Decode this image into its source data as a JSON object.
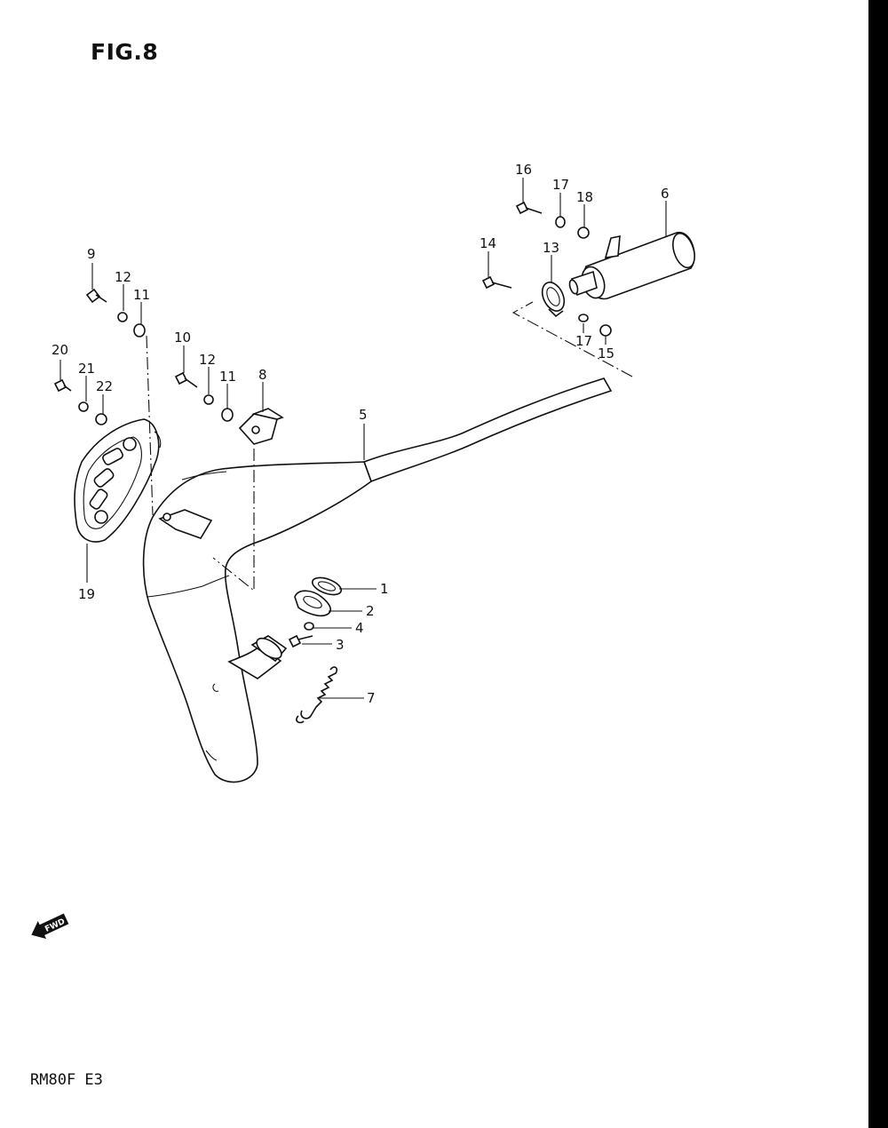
{
  "figure": {
    "title": "FIG.8"
  },
  "footer": {
    "model_code": "RM80F  E3"
  },
  "direction_marker": {
    "label": "FWD"
  },
  "callouts": [
    "1",
    "2",
    "3",
    "4",
    "5",
    "6",
    "7",
    "8",
    "9",
    "10",
    "11",
    "11",
    "12",
    "12",
    "13",
    "14",
    "15",
    "16",
    "17",
    "17",
    "18",
    "19",
    "20",
    "21",
    "22"
  ]
}
